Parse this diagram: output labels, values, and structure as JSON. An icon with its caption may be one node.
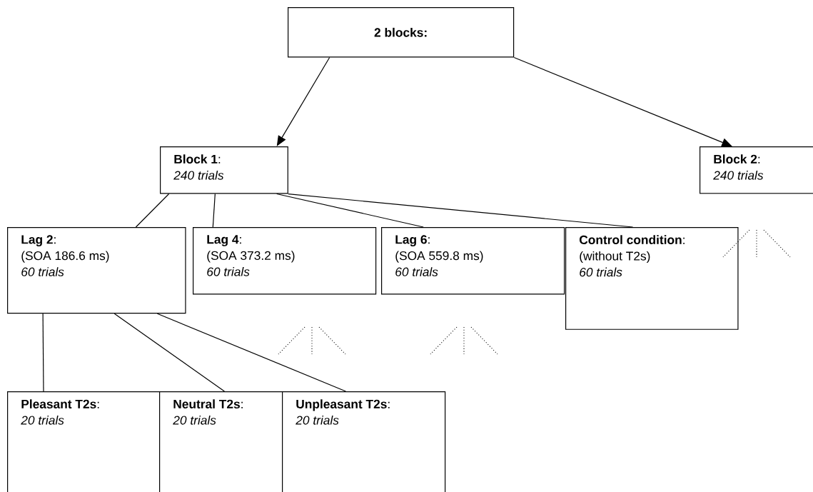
{
  "diagram": {
    "nodes": [
      {
        "text": [
          "2 blocks:"
        ]
      },
      {
        "text": [
          "**Block  1**:",
          "240 trials"
        ]
      },
      {
        "text": [
          "**Block 2**:",
          "240 trials"
        ]
      },
      {
        "text": [
          "**Lag 2**:",
          "(SOA 186.6 ms)",
          "60 trials"
        ]
      },
      {
        "text": [
          "**Lag 4**:",
          "(SOA 373.2 ms)",
          "60 trials"
        ]
      },
      {
        "text": [
          "**Lag 6**:",
          " (SOA 559.8 ms)",
          "60 trials"
        ]
      },
      {
        "text": [
          "**Control condition**:",
          "(without T2s)",
          "60 trials"
        ]
      },
      {
        "text": [
          "**Pleasant T2s**:",
          "20 trials"
        ]
      },
      {
        "text": [
          "**Neutral T2s**:",
          "20 trials"
        ]
      },
      {
        "text": [
          "**Unpleasant T2s**:",
          "20 trials"
        ]
      }
    ],
    "edges": [
      {
        "from": 0,
        "to": 1,
        "arrow": "to"
      },
      {
        "from": 0,
        "to": 2,
        "arrow": "to"
      },
      {
        "from": 1,
        "to": 3,
        "arrow": "none"
      },
      {
        "from": 1,
        "to": 4,
        "arrow": "none"
      },
      {
        "from": 1,
        "to": 5,
        "arrow": "none"
      },
      {
        "from": 1,
        "to": 6,
        "arrow": "none"
      },
      {
        "from": 3,
        "to": 7,
        "arrow": "none"
      },
      {
        "from": 3,
        "to": 8,
        "arrow": "none"
      },
      {
        "from": 3,
        "to": 9,
        "arrow": "none"
      }
    ]
  }
}
